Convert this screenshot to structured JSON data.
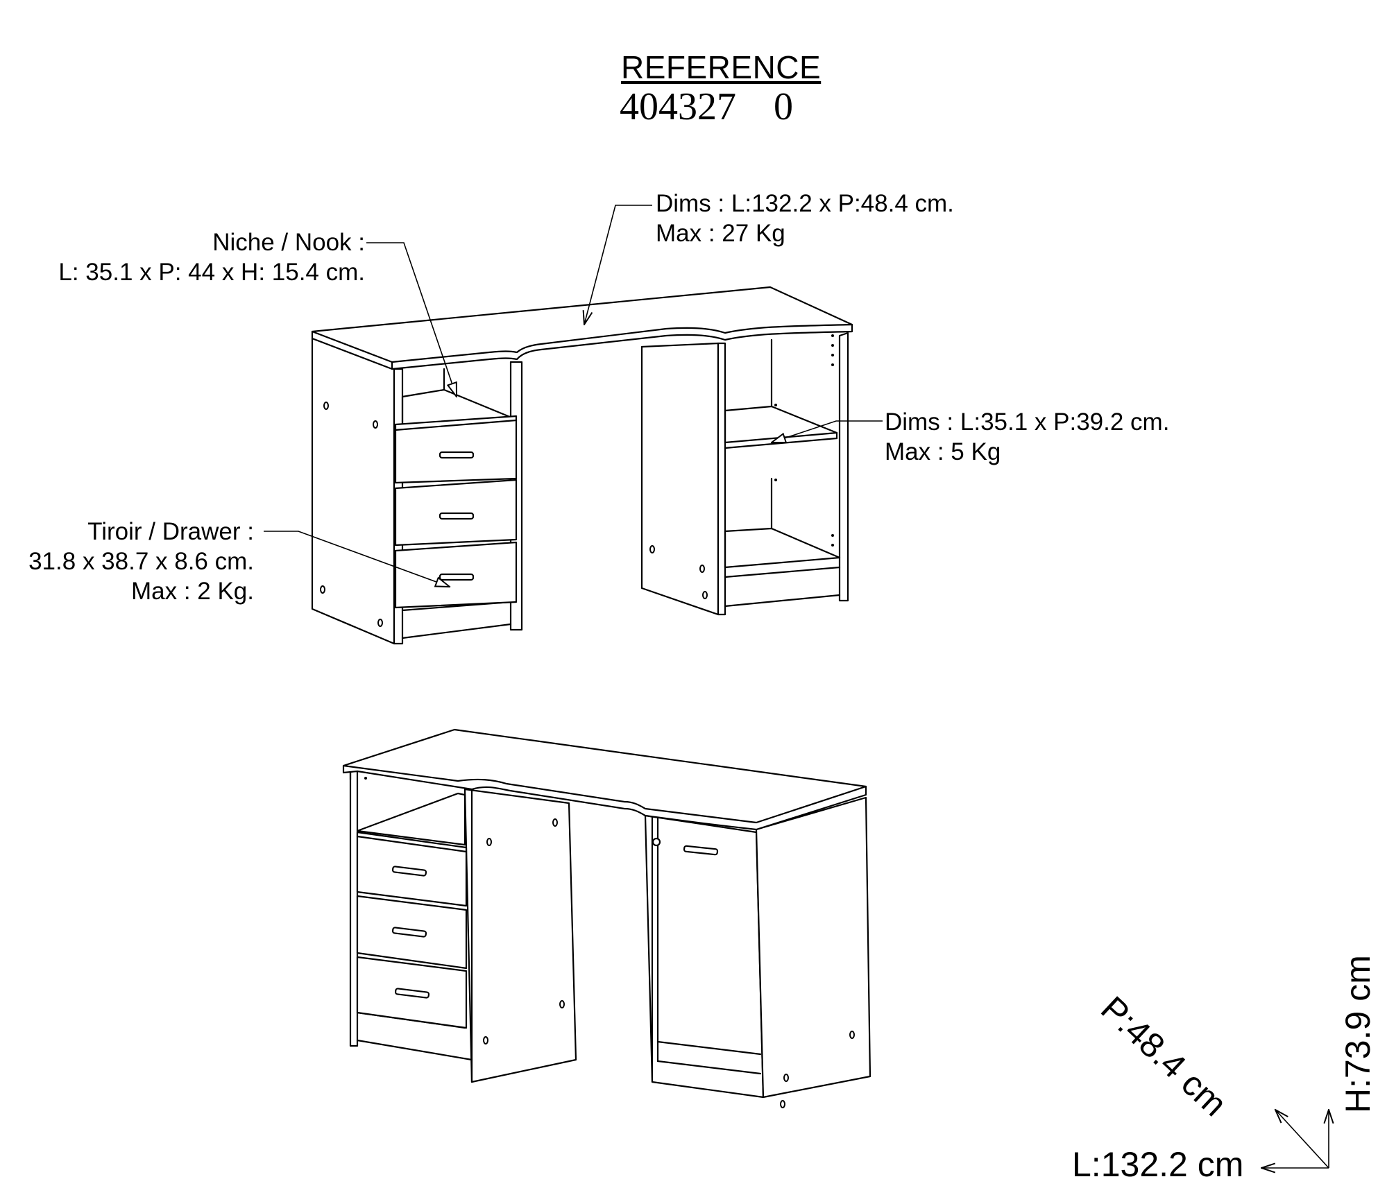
{
  "reference": {
    "title": "REFERENCE",
    "code": "404327",
    "revision": "0"
  },
  "annotations": {
    "top_dims": {
      "line1": "Dims : L:132.2 x P:48.4 cm.",
      "line2": "Max : 27 Kg"
    },
    "nook": {
      "line1": "Niche / Nook :",
      "line2": "L: 35.1 x P: 44 x H: 15.4 cm."
    },
    "shelf": {
      "line1": "Dims : L:35.1 x P:39.2 cm.",
      "line2": "Max : 5 Kg"
    },
    "drawer": {
      "line1": "Tiroir / Drawer :",
      "line2": "31.8 x 38.7 x 8.6 cm.",
      "line3": "Max : 2 Kg."
    }
  },
  "overall_dims": {
    "length": "L:132.2 cm",
    "depth": "P:48.4 cm",
    "height": "H:73.9 cm"
  }
}
